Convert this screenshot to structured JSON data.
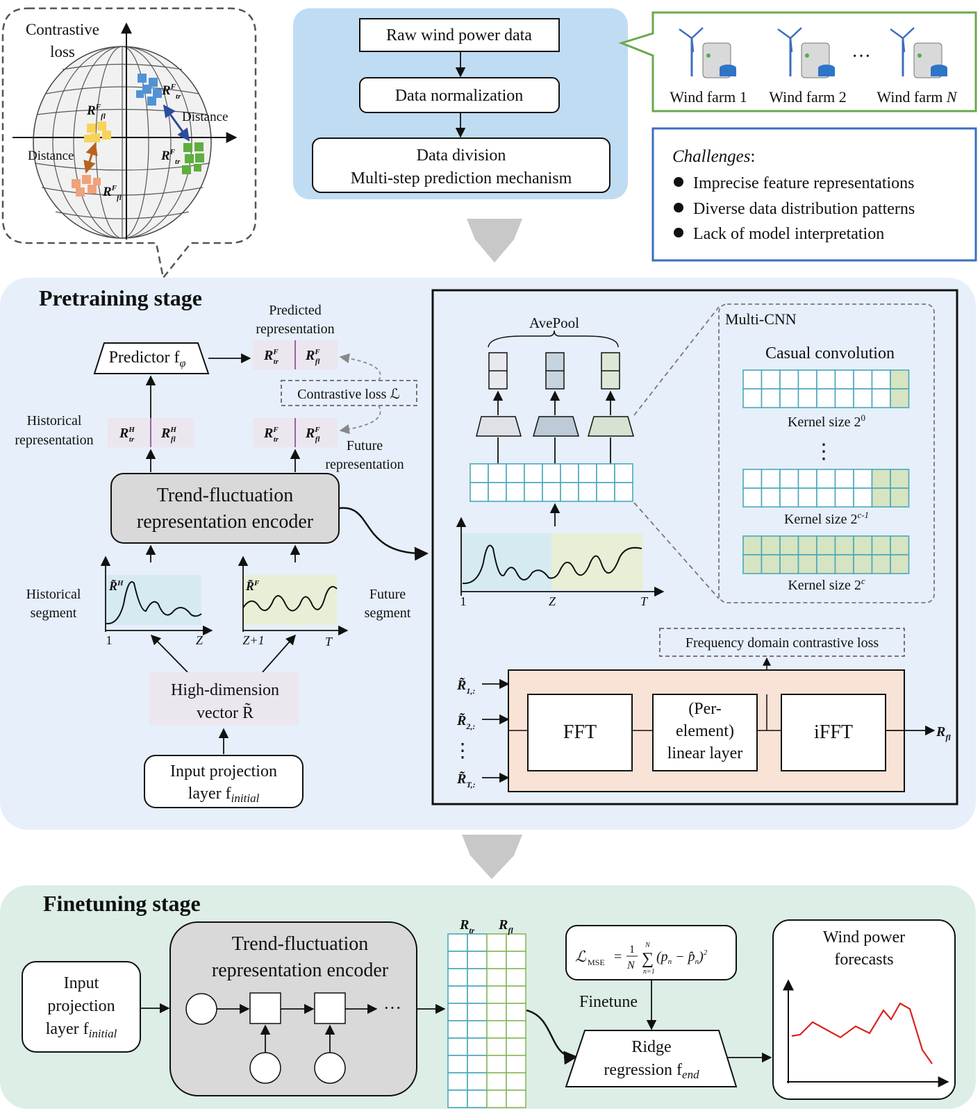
{
  "contrastive_bubble": {
    "title_line1": "Contrastive",
    "title_line2": "loss",
    "distance_right": "Distance",
    "distance_left": "Distance",
    "labels": [
      "R",
      "F",
      "tr",
      "R",
      "F",
      "fl",
      "R",
      "F",
      "tr",
      "R",
      "F",
      "fl"
    ]
  },
  "data_pipeline": {
    "step1": "Raw wind power data",
    "step2": "Data normalization",
    "step3_line1": "Data division",
    "step3_line2": "Multi-step prediction mechanism"
  },
  "wind_farms": {
    "farm1": "Wind farm 1",
    "farm2": "Wind farm 2",
    "ellipsis": "···",
    "farmN_prefix": "Wind farm ",
    "farmN_var": "N"
  },
  "challenges": {
    "title": "Challenges",
    "colon": ":",
    "items": [
      "Imprecise feature representations",
      "Diverse data distribution patterns",
      "Lack of model interpretation"
    ]
  },
  "pretraining": {
    "title": "Pretraining stage",
    "predictor_label": "Predictor f",
    "predictor_sub": "φ",
    "predicted_rep_line1": "Predicted",
    "predicted_rep_line2": "representation",
    "contrastive_loss": "Contrastive loss ℒ",
    "historical_rep_line1": "Historical",
    "historical_rep_line2": "representation",
    "future_rep_line1": "Future",
    "future_rep_line2": "representation",
    "encoder_line1": "Trend-fluctuation",
    "encoder_line2": "representation encoder",
    "historical_seg_line1": "Historical",
    "historical_seg_line2": "segment",
    "future_seg_line1": "Future",
    "future_seg_line2": "segment",
    "hist_axis": [
      "1",
      "Z"
    ],
    "fut_axis": [
      "Z+1",
      "T"
    ],
    "high_dim_line1": "High-dimension",
    "high_dim_line2": "vector R̃",
    "input_proj_line1": "Input projection",
    "input_proj_line2": "layer f",
    "input_proj_sub": "initial",
    "r_labels": {
      "R": "R",
      "H": "H",
      "F": "F",
      "tr": "tr",
      "fl": "fl",
      "Rt": "R̃"
    }
  },
  "detail_panel": {
    "avepool": "AvePool",
    "multicnn": "Multi-CNN",
    "casual_conv": "Casual convolution",
    "kernel1": "Kernel size 2",
    "kernel1_sup": "0",
    "kernel2": "Kernel size 2",
    "kernel2_sup": "c-1",
    "kernel3": "Kernel size 2",
    "kernel3_sup": "c",
    "vdots": "⋮",
    "axis": [
      "1",
      "Z",
      "T"
    ],
    "freq_loss": "Frequency domain contrastive loss",
    "fft": "FFT",
    "linear_line1": "(Per-",
    "linear_line2": "element)",
    "linear_line3": "linear layer",
    "ifft": "iFFT",
    "inputs": [
      "R̃",
      "1,:",
      "R̃",
      "2,:",
      "R̃",
      "T,:"
    ],
    "output": "R",
    "output_sub": "fl"
  },
  "finetuning": {
    "title": "Finetuning stage",
    "input_line1": "Input",
    "input_line2": "projection",
    "input_line3": "layer f",
    "input_sub": "initial",
    "encoder_line1": "Trend-fluctuation",
    "encoder_line2": "representation encoder",
    "ellipsis": "···",
    "r_tr": "R",
    "r_tr_sub": "tr",
    "r_fl": "R",
    "r_fl_sub": "fl",
    "loss_formula": "ℒ",
    "loss_sub": "MSE",
    "finetune": "Finetune",
    "ridge_line1": "Ridge",
    "ridge_line2": "regression f",
    "ridge_sub": "end",
    "forecast_line1": "Wind power",
    "forecast_line2": "forecasts"
  },
  "colors": {
    "pretrain_bg": "#e6effa",
    "finetune_bg": "#dceee6",
    "pipeline_bg": "#bfdcf2",
    "wind_border": "#6aa84f",
    "challenge_border": "#3b6dbf",
    "cnn_cell": "#4aa8b8",
    "kernel_fill": "#d6e4c2",
    "fft_bg": "#f9e2d6"
  }
}
